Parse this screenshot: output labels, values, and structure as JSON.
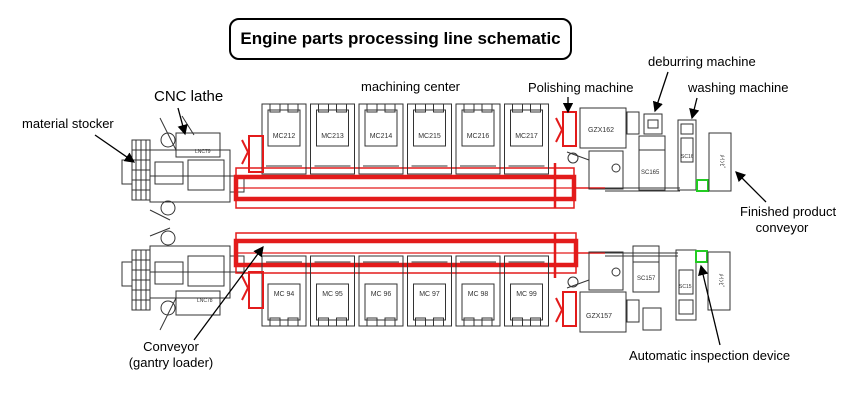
{
  "title": "Engine parts processing line schematic",
  "labels": {
    "material_stocker": "material stocker",
    "cnc_lathe": "CNC lathe",
    "machining_center": "machining center",
    "polishing_machine": "Polishing machine",
    "deburring_machine": "deburring machine",
    "washing_machine": "washing machine",
    "finished_product_conveyor_line1": "Finished product",
    "finished_product_conveyor_line2": "conveyor",
    "conveyor_line1": "Conveyor",
    "conveyor_line2": "(gantry loader)",
    "automatic_inspection_device": "Automatic inspection device"
  },
  "machines": {
    "top_lathe": "LNC79",
    "bottom_lathe": "LNC78",
    "top_centers": [
      "MC212",
      "MC213",
      "MC214",
      "MC215",
      "MC216",
      "MC217"
    ],
    "bottom_centers": [
      "MC 94",
      "MC 95",
      "MC 96",
      "MC 97",
      "MC 98",
      "MC 99"
    ],
    "top_polisher": "GZX162",
    "bottom_polisher": "GZX157",
    "top_deburr": "SC165",
    "bottom_deburr": "SC157",
    "top_washer": "SC16",
    "bottom_washer": "SC15",
    "end_box_text": "ﾒｲﾝﾋﾟ"
  },
  "colors": {
    "conveyor": "#e31b1b",
    "inspection": "#22cc22",
    "line": "#333333"
  }
}
